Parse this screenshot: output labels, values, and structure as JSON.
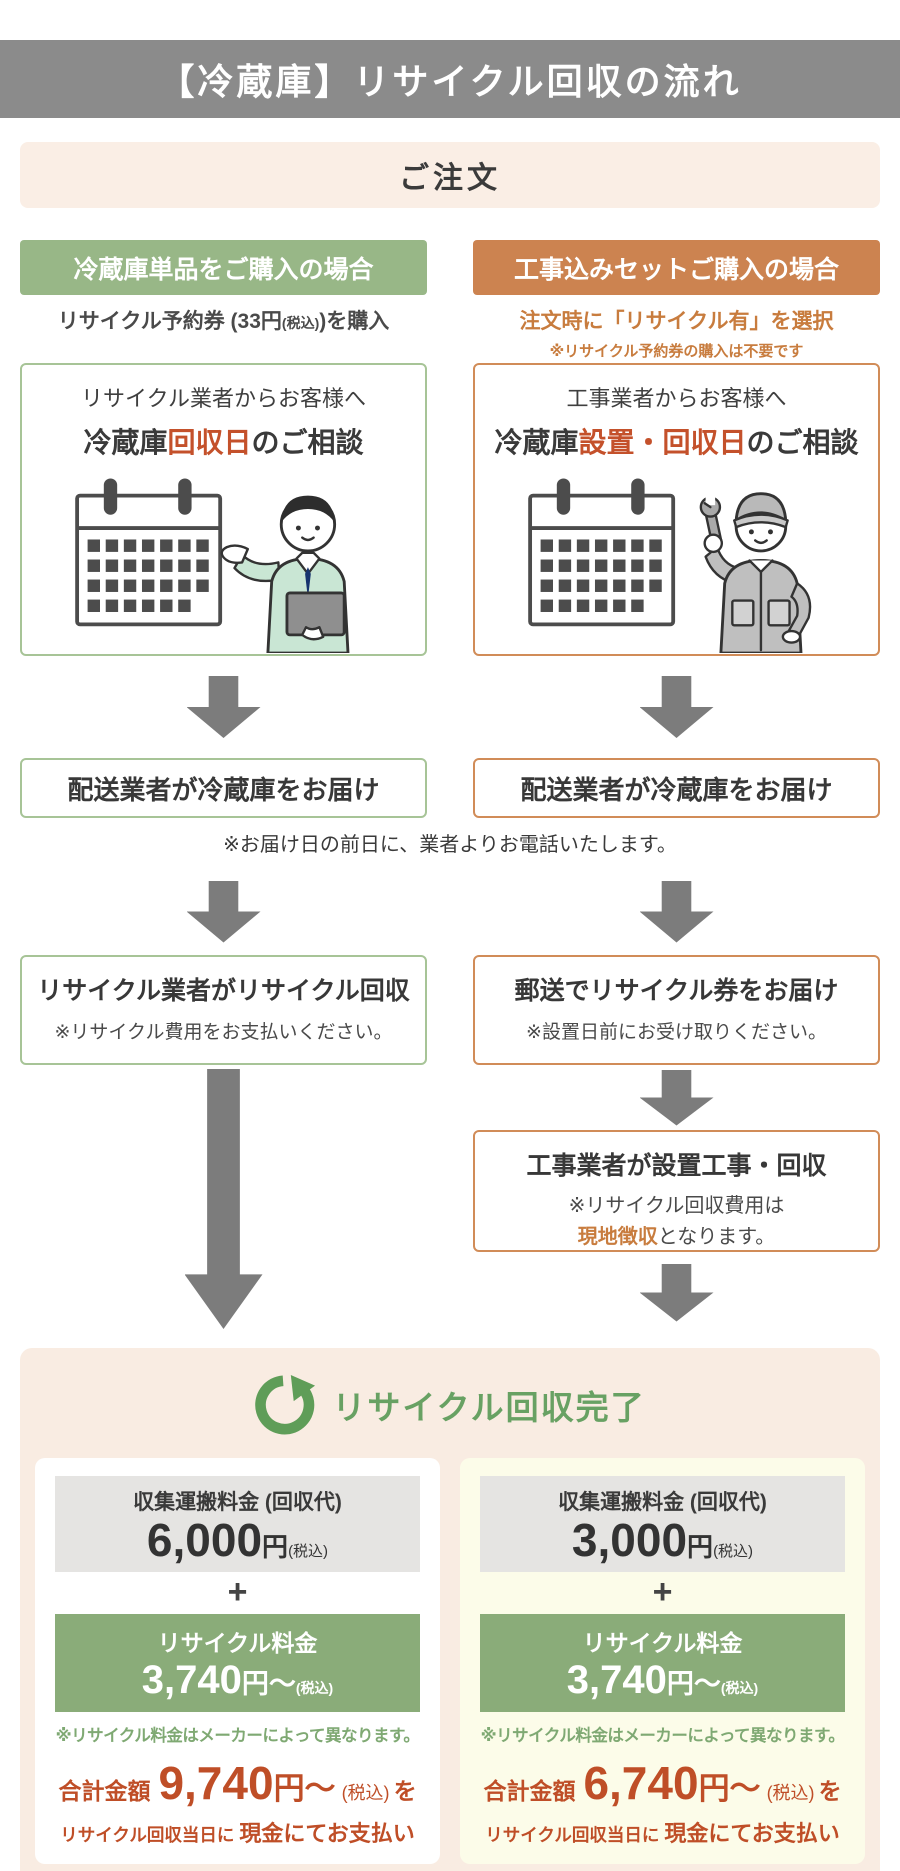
{
  "header": {
    "title": "【冷蔵庫】リサイクル回収の流れ"
  },
  "order": {
    "label": "ご注文"
  },
  "flow": {
    "delivery_note": "※お届け日の前日に、業者よりお電話いたします。",
    "left": {
      "header": "冷蔵庫単品をご購入の場合",
      "purchase_note": {
        "pre": "リサイクル予約券 (33円",
        "small": "(税込)",
        "post": ")を購入"
      },
      "consult": {
        "line1": "リサイクル業者からお客様へ",
        "line2_pre": "冷蔵庫",
        "line2_accent": "回収日",
        "line2_post": "のご相談"
      },
      "delivery": "配送業者が冷蔵庫をお届け",
      "collect": {
        "title": "リサイクル業者がリサイクル回収",
        "note": "※リサイクル費用をお支払いください。"
      }
    },
    "right": {
      "header": "工事込みセットご購入の場合",
      "select_note": {
        "line1": "注文時に「リサイクル有」を選択",
        "line2": "※リサイクル予約券の購入は不要です"
      },
      "consult": {
        "line1": "工事業者からお客様へ",
        "line2_pre": "冷蔵庫",
        "line2_accent": "設置・回収日",
        "line2_post": "のご相談"
      },
      "delivery": "配送業者が冷蔵庫をお届け",
      "ticket": {
        "title": "郵送でリサイクル券をお届け",
        "note": "※設置日前にお受け取りください。"
      },
      "install": {
        "title": "工事業者が設置工事・回収",
        "note_pre": "※リサイクル回収費用は",
        "note_accent": "現地徴収",
        "note_post": "となります。"
      }
    }
  },
  "completion": {
    "title": "リサイクル回収完了",
    "cards": [
      {
        "carry_label": "収集運搬料金 (回収代)",
        "carry_price": "6,000",
        "carry_unit": "円",
        "carry_tax": "(税込)",
        "plus": "+",
        "recycle_label": "リサイクル料金",
        "recycle_price": "3,740",
        "recycle_unit": "円〜",
        "recycle_tax": "(税込)",
        "maker_note": "※リサイクル料金はメーカーによって異なります。",
        "total_label": "合計金額",
        "total_price": "9,740",
        "total_unit": "円〜",
        "total_tax": "(税込)",
        "total_particle": "を",
        "total_line2_pre": "リサイクル回収当日に",
        "total_line2_bold": "現金にてお支払い"
      },
      {
        "carry_label": "収集運搬料金 (回収代)",
        "carry_price": "3,000",
        "carry_unit": "円",
        "carry_tax": "(税込)",
        "plus": "+",
        "recycle_label": "リサイクル料金",
        "recycle_price": "3,740",
        "recycle_unit": "円〜",
        "recycle_tax": "(税込)",
        "maker_note": "※リサイクル料金はメーカーによって異なります。",
        "total_label": "合計金額",
        "total_price": "6,740",
        "total_unit": "円〜",
        "total_tax": "(税込)",
        "total_particle": "を",
        "total_line2_pre": "リサイクル回収当日に",
        "total_line2_bold": "現金にてお支払い"
      }
    ]
  },
  "colors": {
    "header_gray": "#8b8b8b",
    "banner_beige": "#faeee5",
    "green_header": "#98b787",
    "orange_header": "#cc8350",
    "accent_red": "#c4512b",
    "orange_text": "#c87c3e",
    "completion_green": "#68a163",
    "price_box_green": "#8aac79",
    "total_red": "#bf4e27",
    "arrow_gray": "#7c7c7c",
    "card_yellow": "#fcfce9"
  }
}
